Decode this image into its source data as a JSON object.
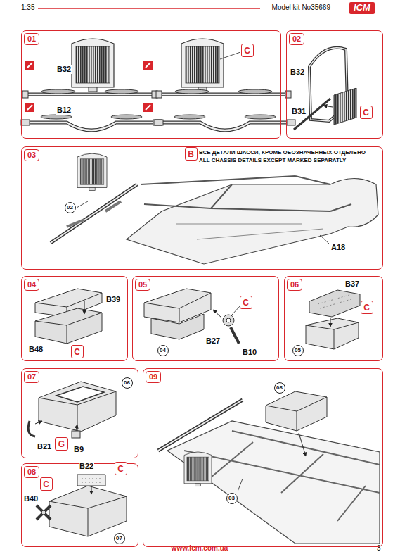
{
  "diagram": {
    "nodes": [
      {
        "text": [
          "01"
        ]
      },
      {
        "text": [
          "C"
        ],
        "in": 0
      },
      {
        "text": [
          "02"
        ]
      },
      {
        "text": [
          "C"
        ],
        "in": 2
      },
      {
        "text": [
          "03"
        ]
      },
      {
        "text": [
          "B"
        ],
        "in": 4
      },
      {
        "text": [
          "02"
        ],
        "in": 4
      },
      {
        "text": [
          "04"
        ]
      },
      {
        "text": [
          "C"
        ],
        "in": 7
      },
      {
        "text": [
          "05"
        ]
      },
      {
        "text": [
          "04"
        ],
        "in": 9
      },
      {
        "text": [
          "C"
        ],
        "in": 9
      },
      {
        "text": [
          "06"
        ]
      },
      {
        "text": [
          "C"
        ],
        "in": 12
      },
      {
        "text": [
          "05"
        ],
        "in": 12
      },
      {
        "text": [
          "07"
        ]
      },
      {
        "text": [
          "06"
        ],
        "in": 15
      },
      {
        "text": [
          "G"
        ],
        "in": 15
      },
      {
        "text": [
          "08"
        ]
      },
      {
        "text": [
          "C"
        ],
        "in": 18
      },
      {
        "text": [
          "C"
        ],
        "in": 18
      },
      {
        "text": [
          "07"
        ],
        "in": 18
      },
      {
        "text": [
          "09"
        ]
      },
      {
        "text": [
          "08"
        ],
        "in": 22
      },
      {
        "text": [
          "03"
        ],
        "in": 22
      }
    ],
    "labels": [
      "1:35",
      "Model kit No35669",
      "ICM",
      "B32",
      "B12",
      "B32",
      "B31",
      "ВСЕ ДЕТАЛИ ШАССИ, КРОМЕ ОБОЗНАЧЕННЫХ ОТДЕЛЬНО",
      "ALL CHASSIS DETAILS EXCEPT MARKED SEPARATLY",
      "A18",
      "B39",
      "B48",
      "B27",
      "B10",
      "B37",
      "B21",
      "B9",
      "B22",
      "B40",
      "www.icm.com.ua",
      "3"
    ]
  }
}
